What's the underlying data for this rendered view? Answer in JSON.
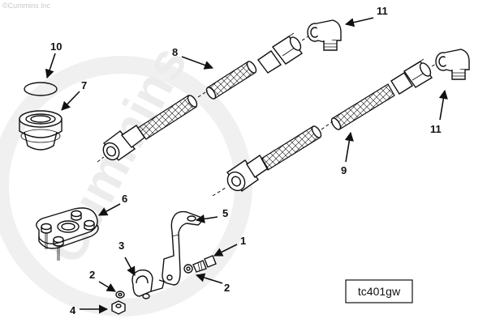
{
  "copyright": "©Cummins Inc",
  "watermark": "Cummins",
  "part_code": "tc401gw",
  "callouts": {
    "c1": "1",
    "c2a": "2",
    "c2b": "2",
    "c3": "3",
    "c4": "4",
    "c5": "5",
    "c6": "6",
    "c7": "7",
    "c8": "8",
    "c9": "9",
    "c10": "10",
    "c11a": "11",
    "c11b": "11"
  }
}
